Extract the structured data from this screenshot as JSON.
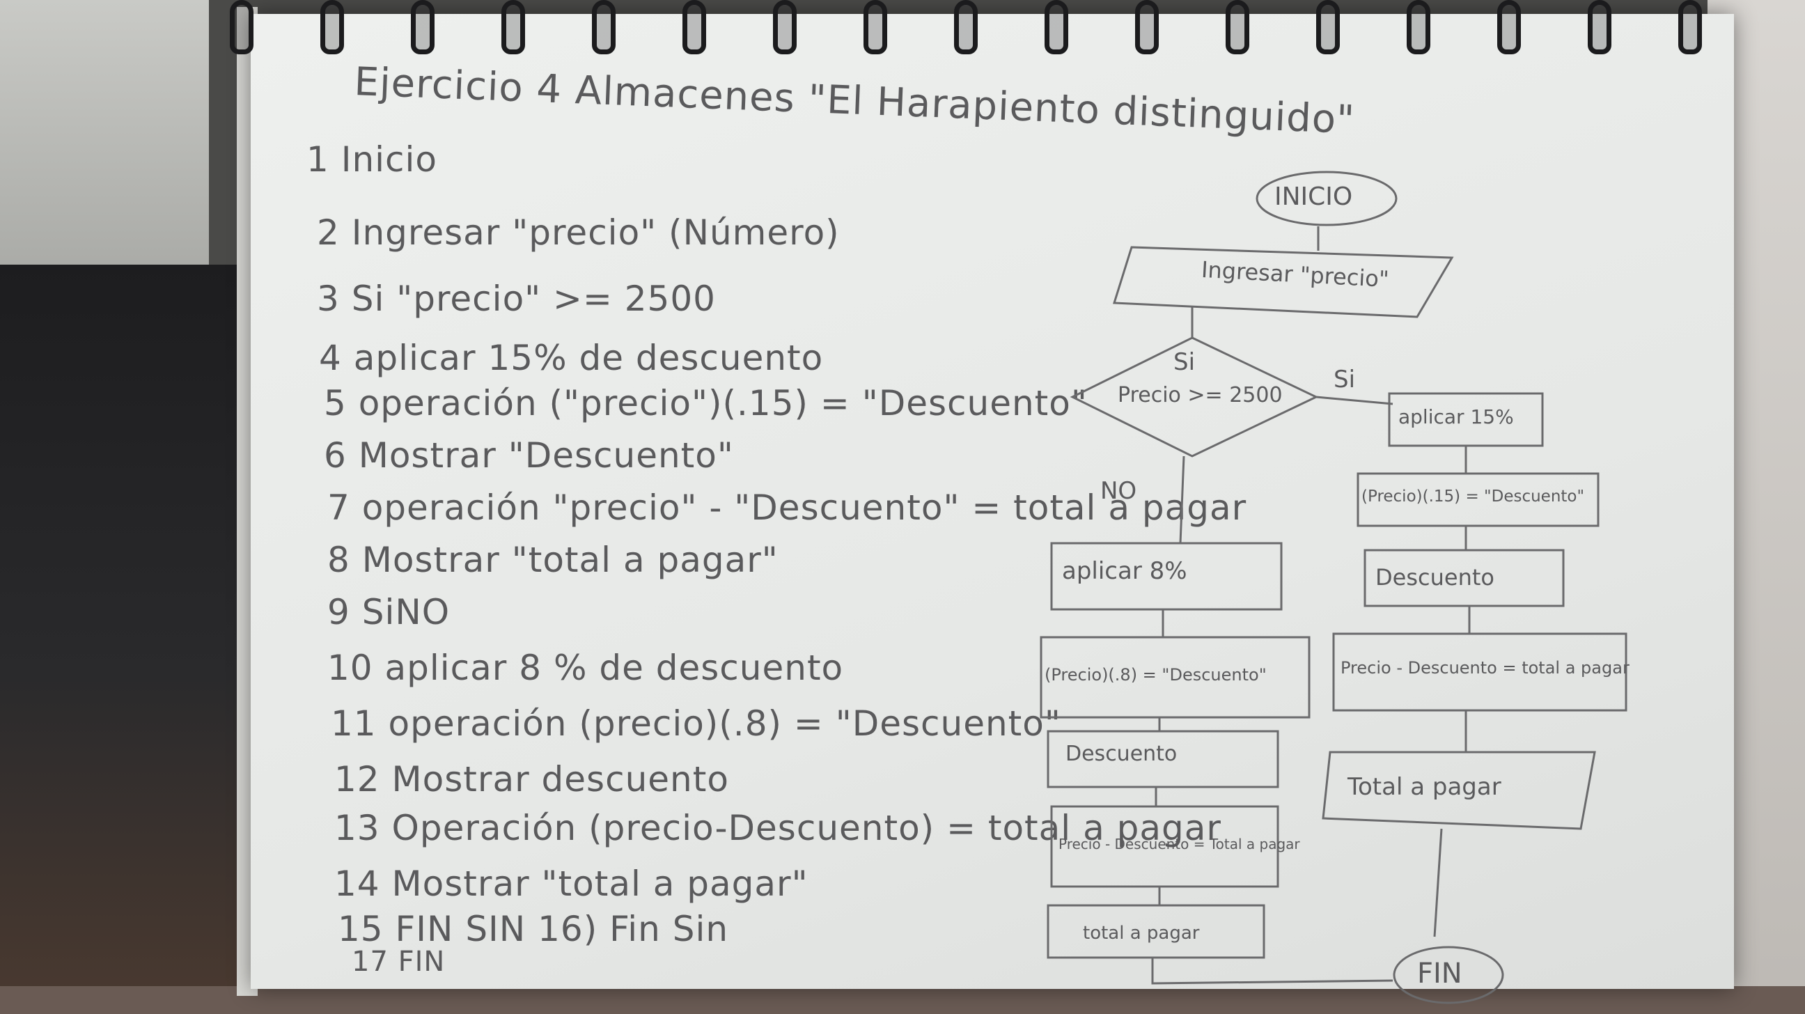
{
  "title": "Ejercicio 4 Almacenes \"El Harapiento distinguido\"",
  "steps": [
    "1 Inicio",
    "2 Ingresar \"precio\" (Número)",
    "3 Si \"precio\" >= 2500",
    "4 aplicar 15% de descuento",
    "5 operación (\"precio\")(.15) = \"Descuento\"",
    "6 Mostrar \"Descuento\"",
    "7 operación \"precio\" - \"Descuento\" = total a pagar",
    "8 Mostrar \"total a pagar\"",
    "9 SiNO",
    "10 aplicar 8 % de descuento",
    "11 operación (precio)(.8) = \"Descuento\"",
    "12 Mostrar descuento",
    "13 Operación (precio-Descuento) = total a pagar",
    "14 Mostrar \"total a pagar\"",
    "15 FIN SIN 16) Fin Sin",
    "17 FIN"
  ],
  "flowchart": {
    "start": "INICIO",
    "input": "Ingresar \"precio\"",
    "decision_yes_label": "Si",
    "decision_text": "Precio >= 2500",
    "yes_branch_label": "Si",
    "no_branch_label": "NO",
    "yes_steps": [
      "aplicar 15%",
      "(Precio)(.15) = \"Descuento\"",
      "Descuento",
      "Precio - Descuento = total a pagar",
      "Total a pagar"
    ],
    "no_steps": [
      "aplicar 8%",
      "(Precio)(.8) = \"Descuento\"",
      "Descuento",
      "Precio - Descuento = Total a pagar",
      "total a pagar"
    ],
    "end": "FIN"
  },
  "colors": {
    "pencil": "#5a5a5c",
    "paper": "#eaece9",
    "spiral": "#1b1b1d"
  }
}
